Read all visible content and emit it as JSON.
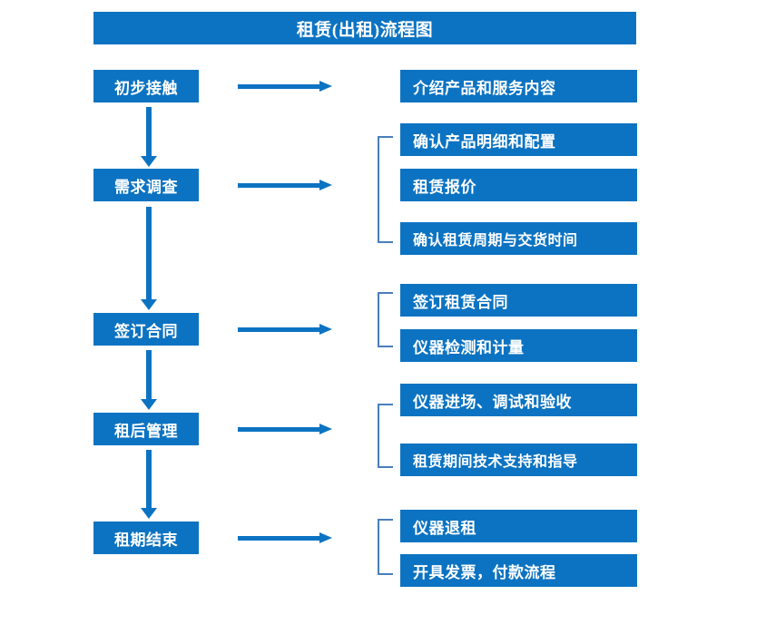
{
  "title": "租赁(出租)流程图",
  "stages": [
    {
      "label": "初步接触"
    },
    {
      "label": "需求调查"
    },
    {
      "label": "签订合同"
    },
    {
      "label": "租后管理"
    },
    {
      "label": "租期结束"
    }
  ],
  "details": [
    {
      "label": "介绍产品和服务内容"
    },
    {
      "label": "确认产品明细和配置"
    },
    {
      "label": "租赁报价"
    },
    {
      "label": "确认租赁周期与交货时间"
    },
    {
      "label": "签订租赁合同"
    },
    {
      "label": "仪器检测和计量"
    },
    {
      "label": "仪器进场、调试和验收"
    },
    {
      "label": "租赁期间技术支持和指导"
    },
    {
      "label": "仪器退租"
    },
    {
      "label": "开具发票，付款流程"
    }
  ],
  "colors": {
    "box_fill": "#0C73C2",
    "box_text": "#FFFFFF",
    "arrow": "#0C73C2",
    "bracket": "#4A7EBB",
    "background": "#FFFFFF"
  }
}
